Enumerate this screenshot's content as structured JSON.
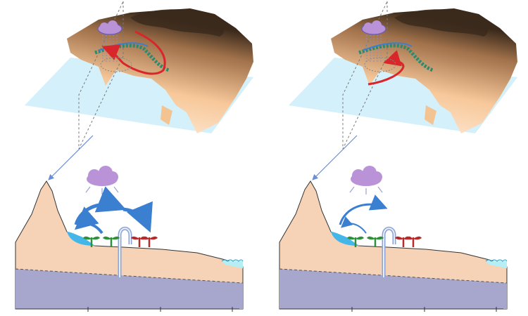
{
  "figure": {
    "panels": [
      {
        "id": "left",
        "scenario": "strong-recycling",
        "arrows_in_cross_section": 3,
        "crops_green": 2,
        "crops_red": 2
      },
      {
        "id": "right",
        "scenario": "weak-recycling",
        "arrows_in_cross_section": 2,
        "crops_green": 2,
        "crops_red": 2
      }
    ],
    "colors": {
      "ocean": "#cfeefb",
      "terrain_low": "#f7c89a",
      "terrain_high": "#3b2a1c",
      "land_section": "#f6d3b7",
      "groundwater": "#a7a6cc",
      "arrow_blue": "#3b7fd1",
      "circulation_red": "#d8262b",
      "cloud": "#b992d8",
      "crop_green": "#2f8f3a",
      "crop_red": "#b62a2a"
    },
    "icons": [
      "cloud-icon",
      "rain-icon",
      "crop-icon",
      "well-pump-icon",
      "water-wave-icon"
    ]
  }
}
